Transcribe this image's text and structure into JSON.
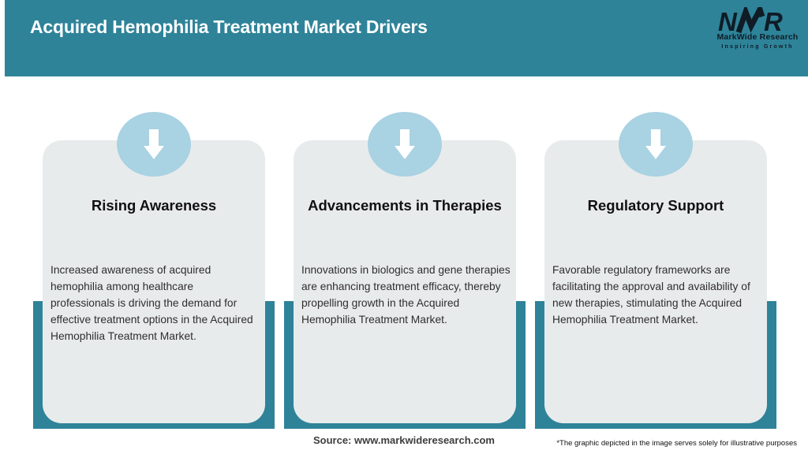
{
  "header": {
    "title": "Acquired Hemophilia Treatment Market Drivers"
  },
  "logo": {
    "mark_left": "N",
    "mark_right": "R",
    "name": "MarkWide Research",
    "tagline": "Inspiring Growth"
  },
  "cards": [
    {
      "icon": "down-arrow",
      "title": "Rising Awareness",
      "body": "Increased awareness of acquired hemophilia among healthcare professionals is driving the demand for effective treatment options in the Acquired Hemophilia Treatment Market."
    },
    {
      "icon": "down-arrow",
      "title": "Advancements in Therapies",
      "body": "Innovations in biologics and gene therapies are enhancing treatment efficacy, thereby propelling growth in the Acquired Hemophilia Treatment Market."
    },
    {
      "icon": "down-arrow",
      "title": "Regulatory Support",
      "body": "Favorable regulatory frameworks are facilitating the approval and availability of new therapies, stimulating the Acquired Hemophilia Treatment Market."
    }
  ],
  "footer": {
    "source": "Source: www.markwideresearch.com",
    "disclaimer": "*The graphic depicted in the image serves solely for illustrative purposes"
  },
  "colors": {
    "teal": "#2e8399",
    "card_bg": "#e8ebec",
    "badge_blue": "#a9d2e2",
    "logo_dark": "#0f1c26",
    "header_text": "#ffffff"
  }
}
